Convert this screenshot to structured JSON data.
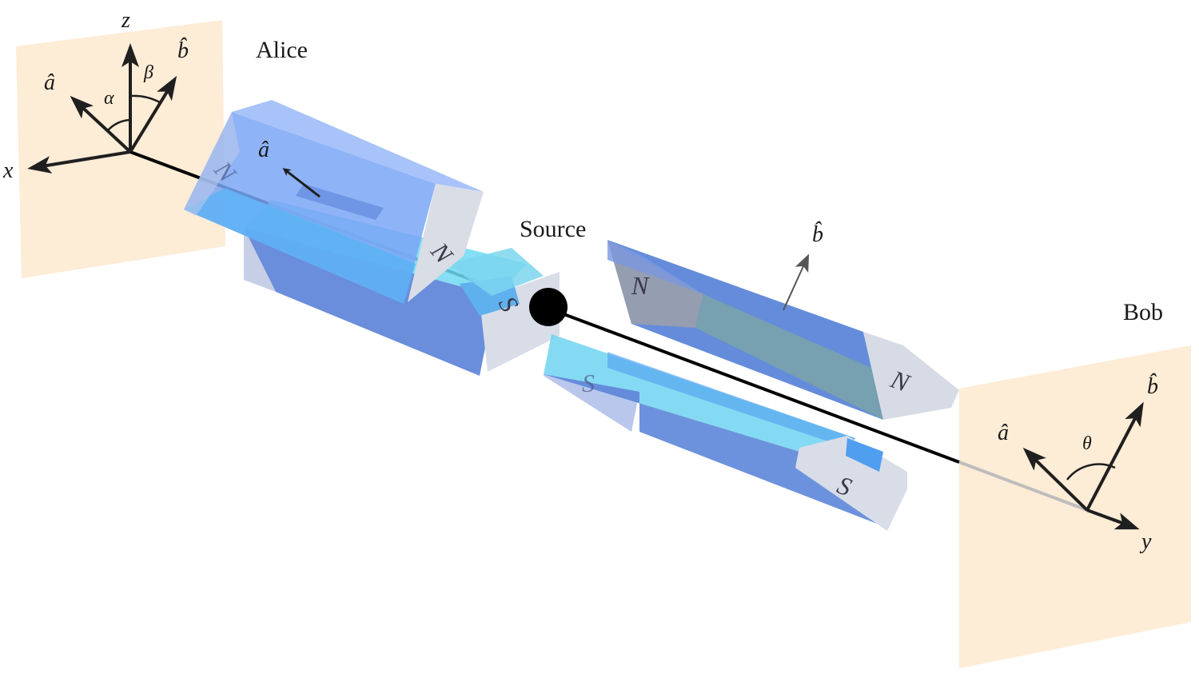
{
  "labels": {
    "alice": "Alice",
    "bob": "Bob",
    "source": "Source"
  },
  "axes": {
    "x": "x",
    "y": "y",
    "z": "z"
  },
  "vectors": {
    "a_hat": "â",
    "b_hat": "b̂"
  },
  "angles": {
    "alpha": "α",
    "beta": "β",
    "theta": "θ"
  },
  "magnet_poles": {
    "north": "N",
    "south": "S"
  },
  "colors": {
    "screen": "#fdebd4",
    "magnet_face": "#6f9df5",
    "magnet_side": "#5a7fd8",
    "magnet_end": "#d8dce6",
    "magnet_highlight": "#6fd4f0",
    "beam": "#000000",
    "arrow": "#1f1f1f"
  }
}
